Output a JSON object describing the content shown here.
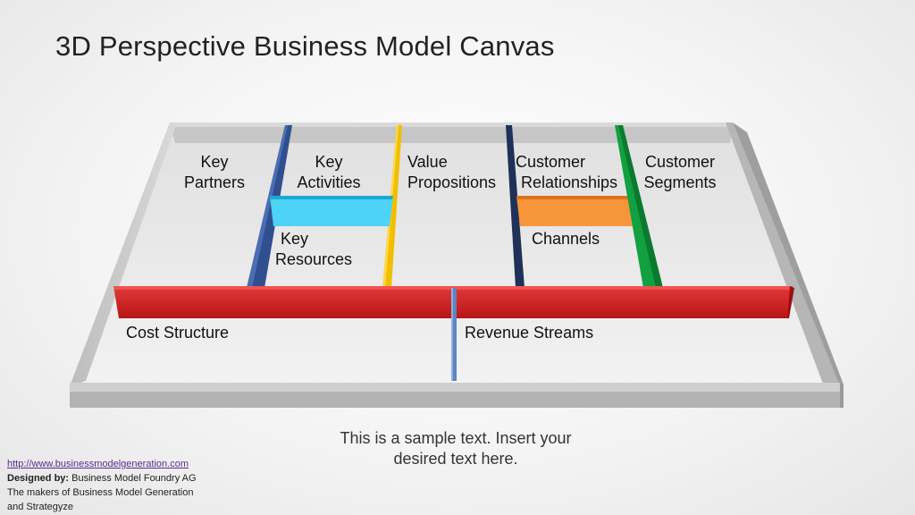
{
  "title": "3D Perspective Business Model Canvas",
  "blocks": {
    "key_partners": [
      "Key",
      "Partners"
    ],
    "key_activities": [
      "Key",
      "Activities"
    ],
    "key_resources": [
      "Key",
      "Resources"
    ],
    "value_propositions": [
      "Value",
      "Propositions"
    ],
    "customer_relationships": [
      "Customer",
      "Relationships"
    ],
    "channels": "Channels",
    "customer_segments": [
      "Customer",
      "Segments"
    ],
    "cost_structure": "Cost Structure",
    "revenue_streams": "Revenue Streams"
  },
  "sample_text": [
    "This is a sample text. Insert your",
    "desired text here."
  ],
  "credits": {
    "url": "http://www.businessmodelgeneration.com",
    "designed_by_label": "Designed by:",
    "designed_by_value": "Business Model Foundry AG",
    "line3": "The makers of Business Model Generation",
    "line4": "and Strategyze"
  },
  "colors": {
    "frame": "#c8c8c8",
    "floor": "#ebebeb",
    "key_partners_divider": "#2f4f8f",
    "key_activities_bar": "#4dd3f5",
    "value_divider": "#f0c000",
    "customer_divider": "#1f3158",
    "channels_bar": "#f7953a",
    "segments_divider": "#12a040",
    "cost_revenue_bar": "#d42424",
    "revenue_divider": "#5b86c0"
  }
}
